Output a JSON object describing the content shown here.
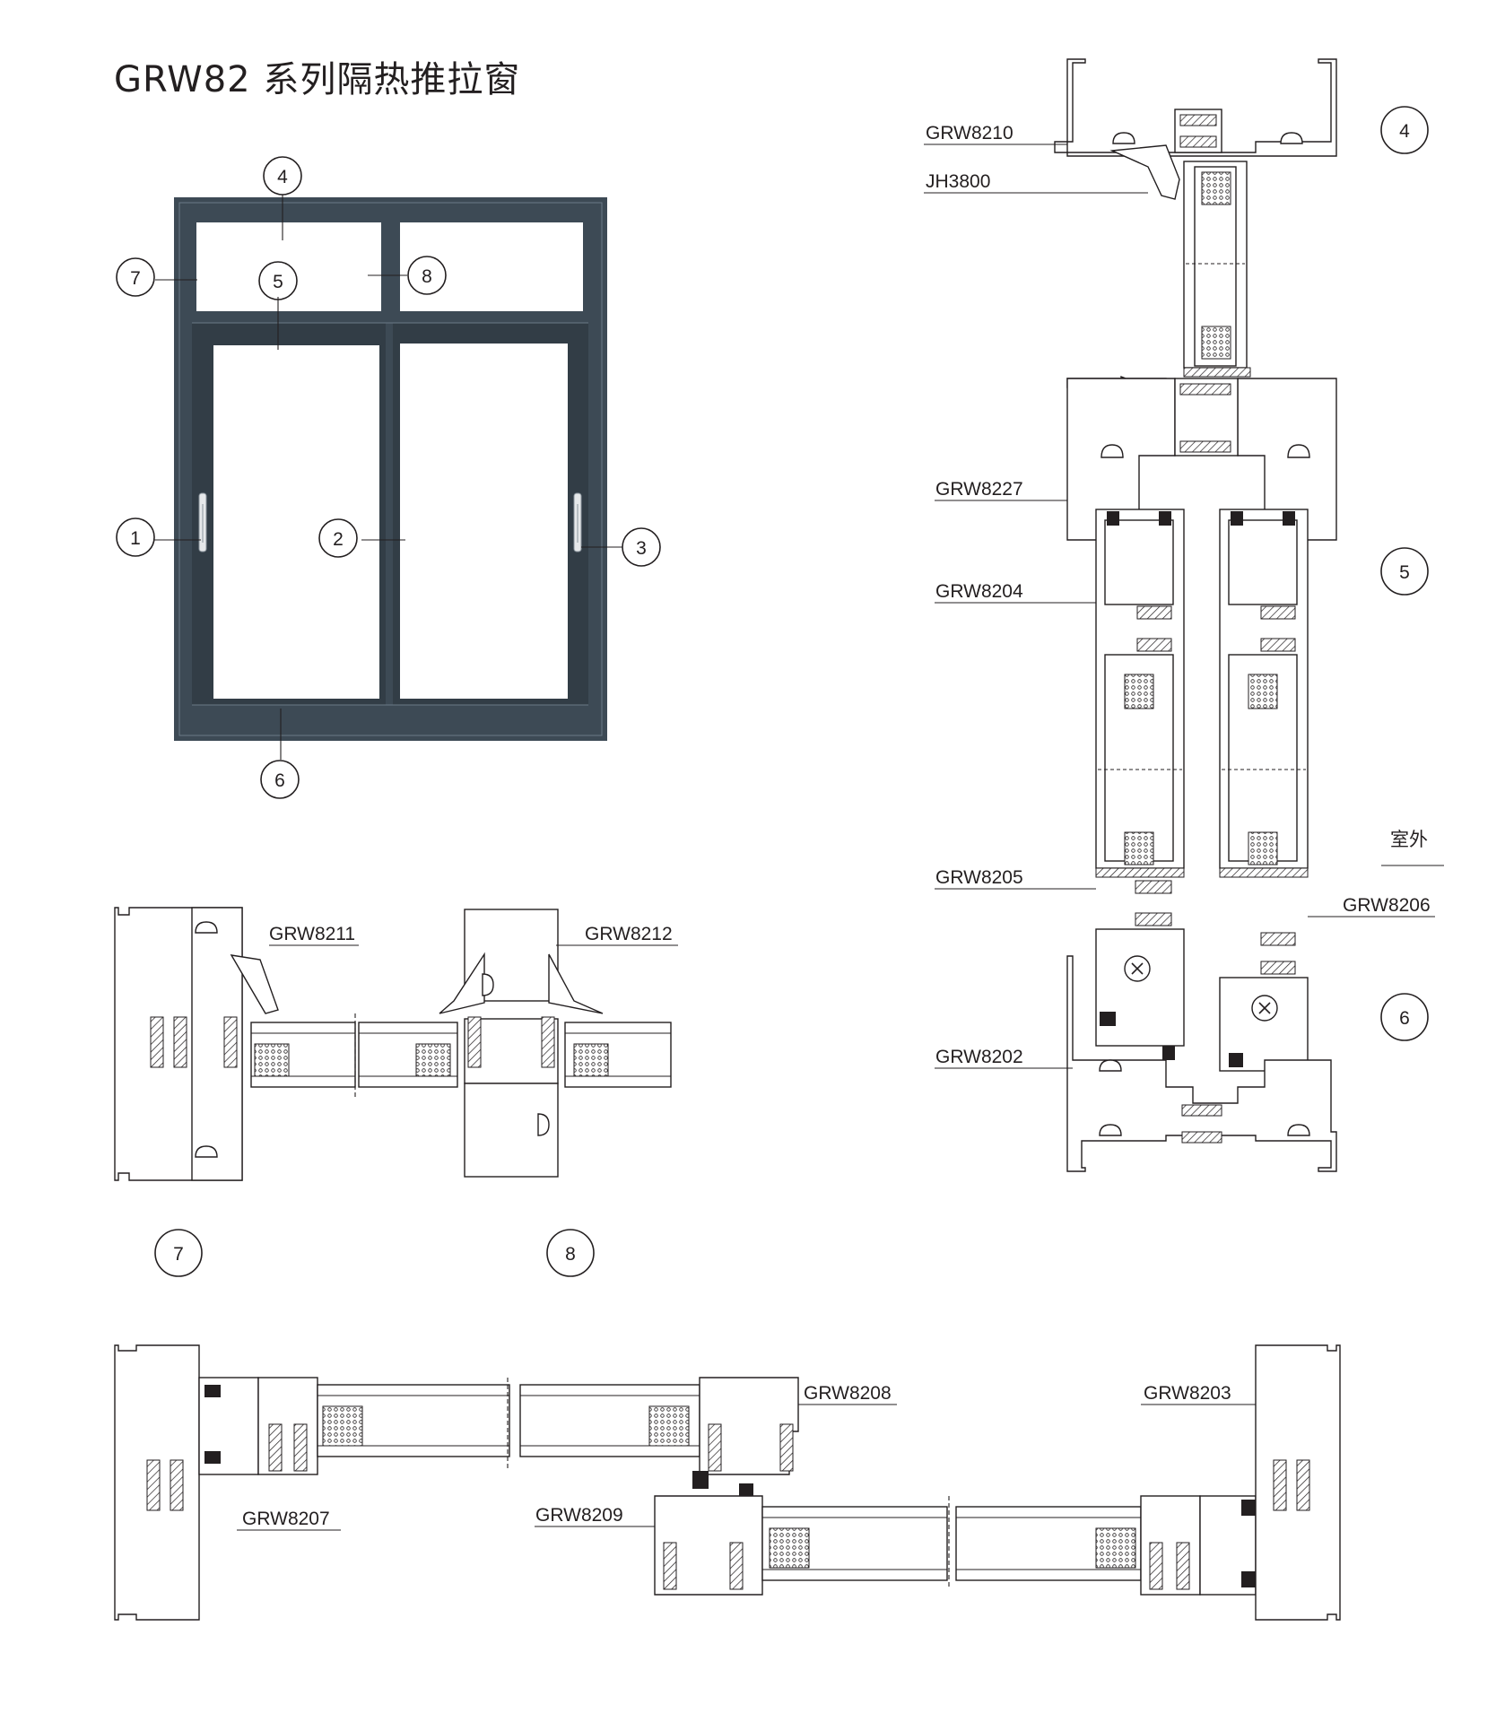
{
  "title": "GRW82 系列隔热推拉窗",
  "elevation_callouts": [
    "1",
    "2",
    "3",
    "4",
    "5",
    "6",
    "7",
    "8"
  ],
  "section_markers": {
    "right_top": "4",
    "right_mid": "5",
    "right_bot": "6",
    "left_7": "7",
    "left_8": "8"
  },
  "labels": {
    "GRW8210": "GRW8210",
    "JH3800": "JH3800",
    "GRW8227": "GRW8227",
    "GRW8204": "GRW8204",
    "GRW8205": "GRW8205",
    "GRW8206": "GRW8206",
    "GRW8202": "GRW8202",
    "GRW8211": "GRW8211",
    "GRW8212": "GRW8212",
    "GRW8208": "GRW8208",
    "GRW8203": "GRW8203",
    "GRW8207": "GRW8207",
    "GRW8209": "GRW8209",
    "outdoor": "室外"
  },
  "colors": {
    "frame": "#3d4a55",
    "line": "#231f20"
  }
}
